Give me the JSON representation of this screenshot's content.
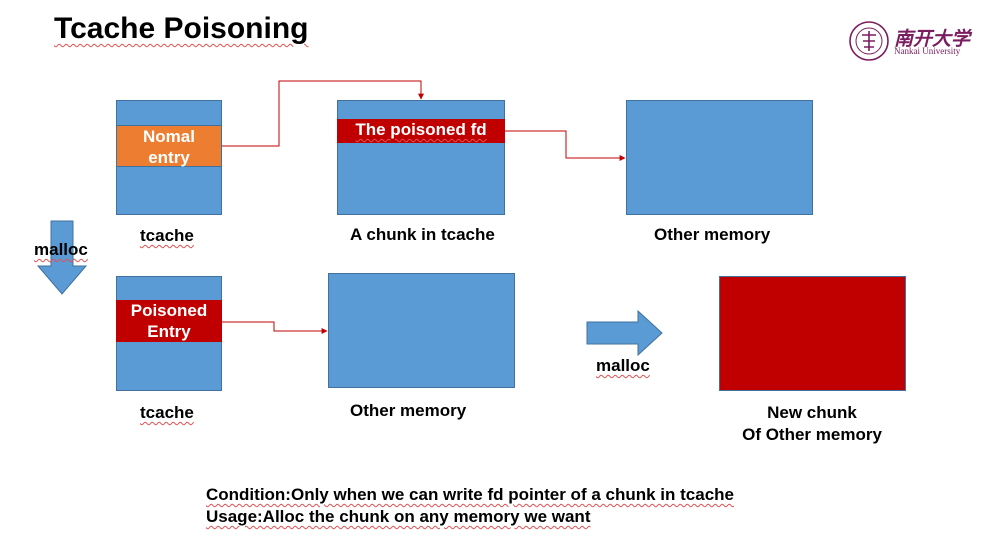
{
  "title": "Tcache Poisoning",
  "logo": {
    "cn": "南开大学",
    "en": "Nankai University"
  },
  "top_row": {
    "tcache_entry": [
      "Nomal",
      "entry"
    ],
    "tcache_label": "tcache",
    "poisoned_fd": "The poisoned fd",
    "chunk_label": "A chunk in tcache",
    "other_memory_label": "Other memory"
  },
  "left_arrow_label": "malloc",
  "bottom_row": {
    "poisoned_entry": [
      "Poisoned",
      "Entry"
    ],
    "tcache_label": "tcache",
    "other_memory_label": "Other memory",
    "malloc_label": "malloc",
    "new_chunk_label": [
      "New chunk",
      "Of Other memory"
    ]
  },
  "footer": {
    "condition": "Condition:Only when we can write fd pointer of a chunk in tcache",
    "usage": "Usage:Alloc the chunk on any memory we want"
  },
  "colors": {
    "block_blue": "#5b9bd5",
    "entry_orange": "#ed7d31",
    "poison_red": "#c00000",
    "arrow_line": "#c00000",
    "logo_purple": "#7a1d5e"
  }
}
